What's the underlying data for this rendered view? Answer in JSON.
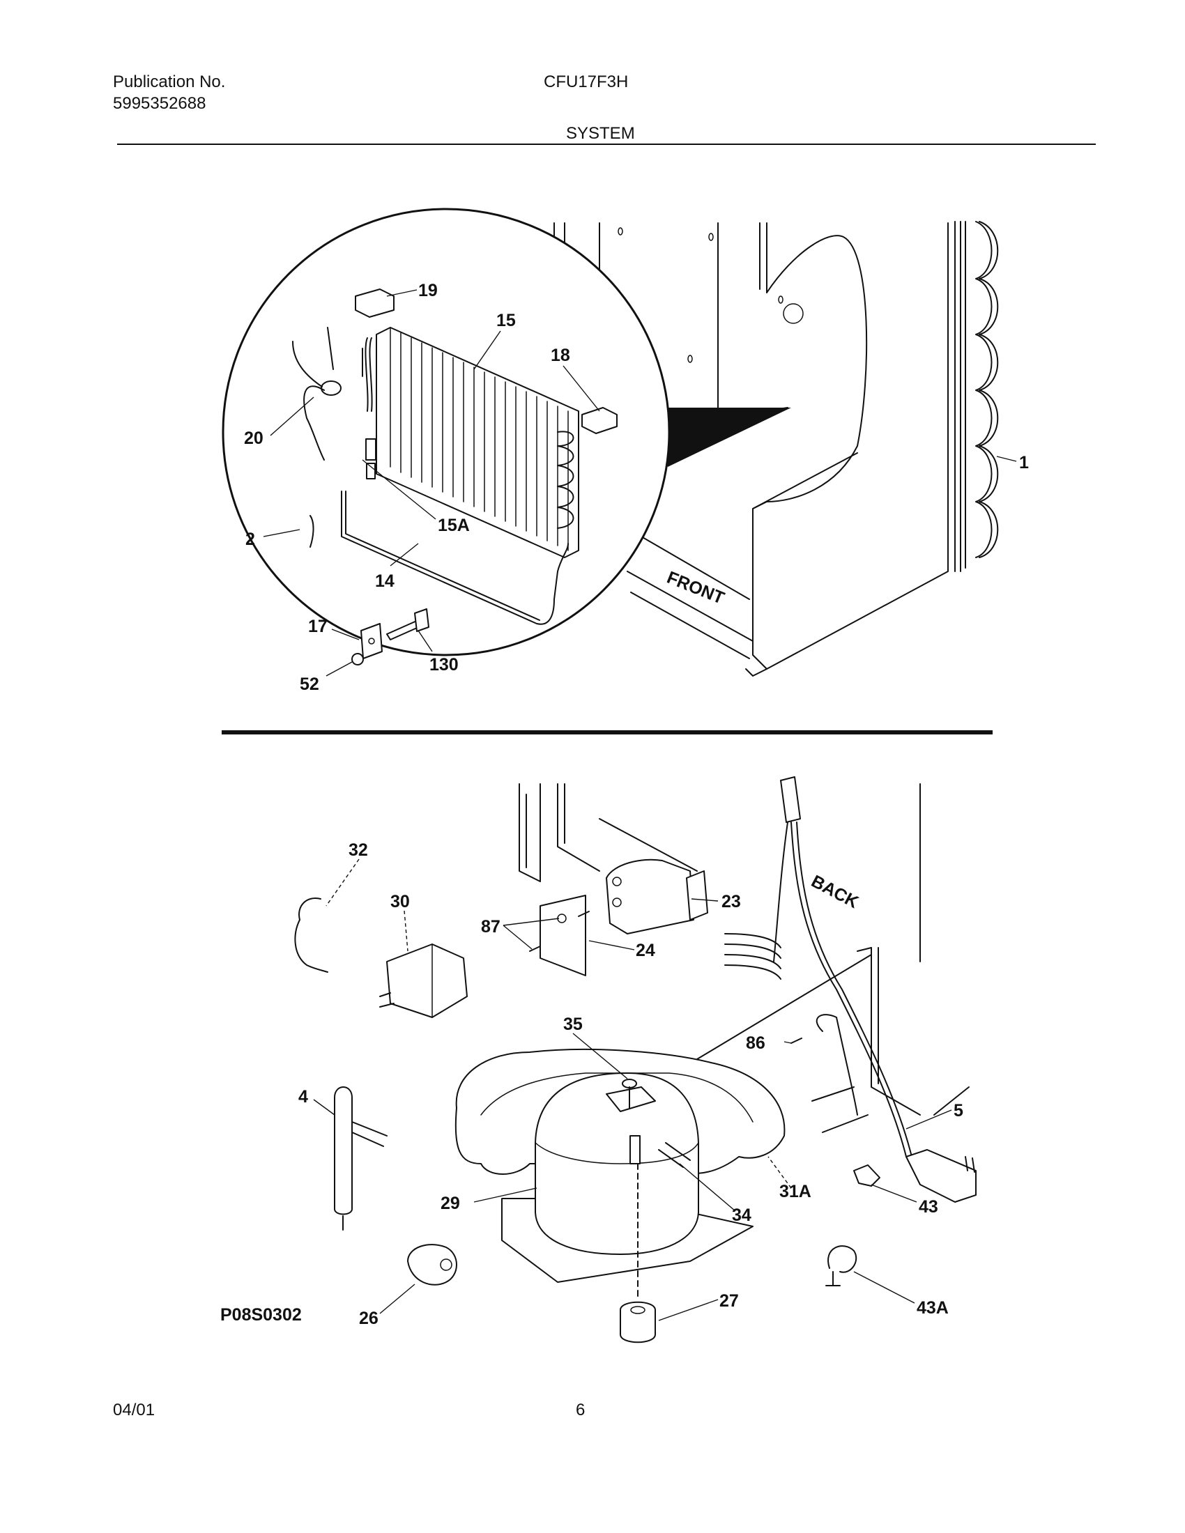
{
  "header": {
    "publication_label": "Publication No.",
    "publication_number": "5995352688",
    "model": "CFU17F3H",
    "section": "SYSTEM"
  },
  "footer": {
    "date": "04/01",
    "page": "6"
  },
  "diagram": {
    "figure_code": "P08S0302",
    "orientation_front": "FRONT",
    "orientation_back": "BACK",
    "part_labels": [
      "19",
      "15",
      "18",
      "20",
      "15A",
      "2",
      "14",
      "17",
      "130",
      "52",
      "1",
      "32",
      "30",
      "87",
      "23",
      "24",
      "35",
      "86",
      "4",
      "5",
      "29",
      "34",
      "31A",
      "43",
      "26",
      "27",
      "43A"
    ]
  }
}
